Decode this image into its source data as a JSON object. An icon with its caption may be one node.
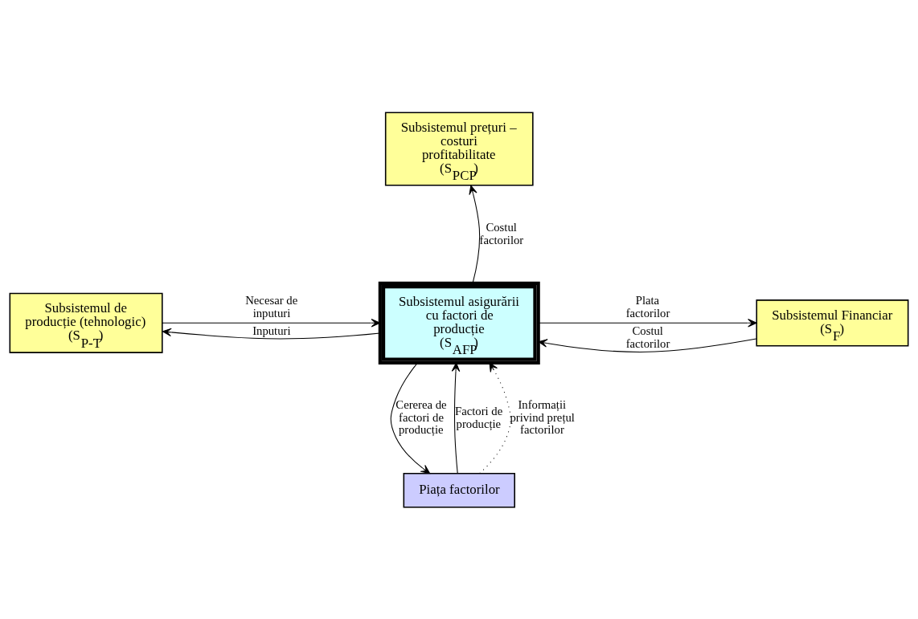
{
  "diagram": {
    "nodes": [
      {
        "text": [
          "Subsistemul prețuri – costuri profitabilitate",
          "(S$_{PCP}$)"
        ]
      },
      {
        "text": [
          "Subsistemul de producție (tehnologic)",
          "(S$_{P-T}$)"
        ]
      },
      {
        "text": [
          "Subsistemul asigurării cu factori de producție",
          "(S$_{AFP}$)"
        ]
      },
      {
        "text": [
          "Subsistemul Financiar",
          "(S$_{F}$)"
        ]
      },
      {
        "text": [
          "Piața factorilor"
        ]
      }
    ],
    "edges": [
      {
        "from": 2,
        "to": 0,
        "arrow": "to",
        "label": "Costul factorilor"
      },
      {
        "from": 2,
        "to": 1,
        "arrow": "to",
        "label": "Inputuri"
      },
      {
        "from": 1,
        "to": 2,
        "arrow": "to",
        "label": "Necesar de inputuri"
      },
      {
        "from": 2,
        "to": 3,
        "arrow": "to",
        "label": "Plata factorilor"
      },
      {
        "from": 3,
        "to": 2,
        "arrow": "to",
        "label": "Costul factorilor"
      },
      {
        "from": 4,
        "to": 2,
        "arrow": "to",
        "label": "Factori de producție"
      },
      {
        "from": 2,
        "to": 4,
        "arrow": "to",
        "label": "Cererea de factori de producție"
      },
      {
        "from": 4,
        "to": 2,
        "arrow": "to",
        "label": "Informații privind prețul factorilor",
        "style": "dashed"
      }
    ]
  }
}
